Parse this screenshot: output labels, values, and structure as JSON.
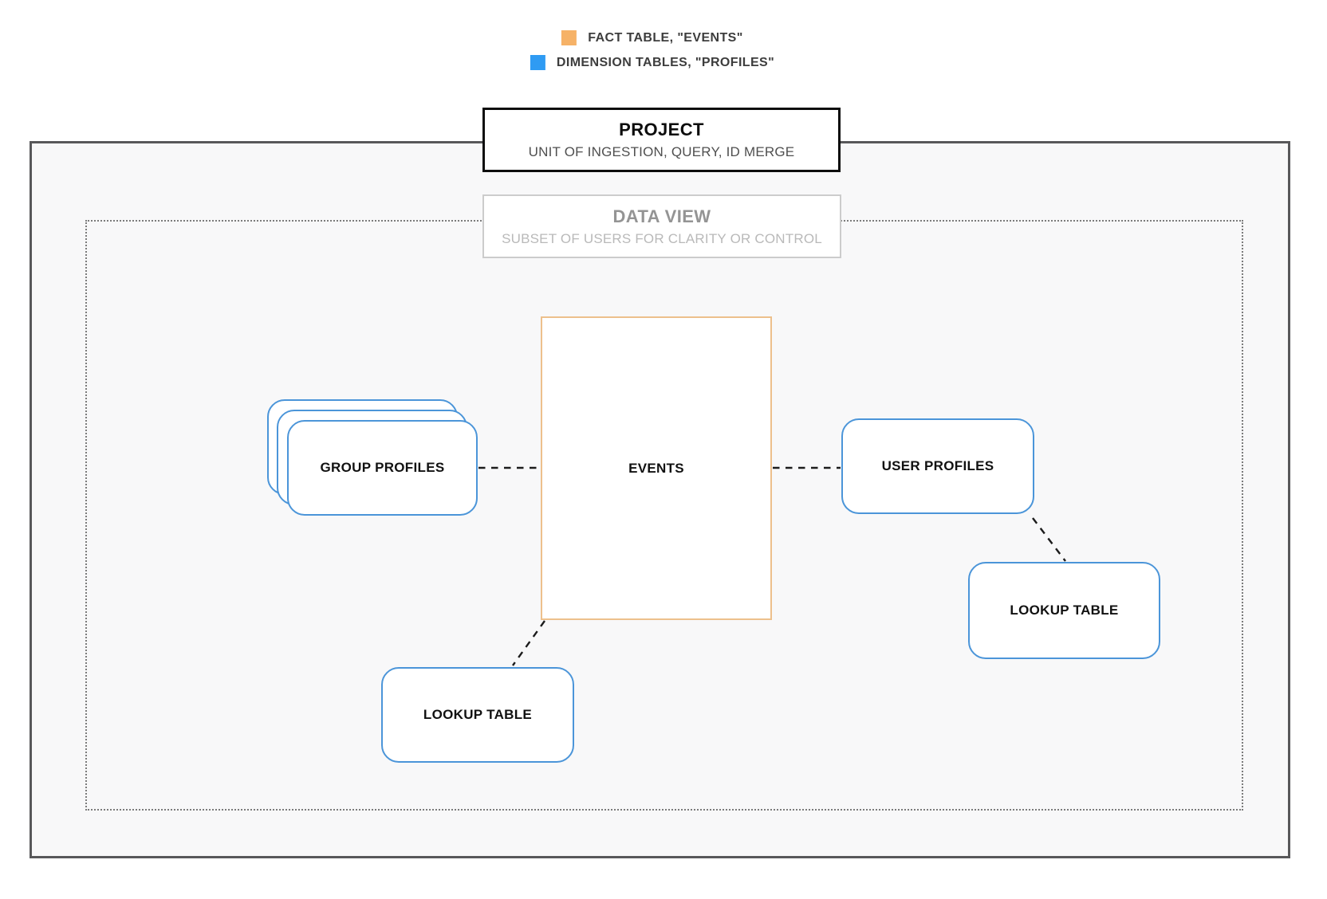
{
  "legend": {
    "items": [
      {
        "label": "FACT TABLE, \"EVENTS\"",
        "color": "#f6b267"
      },
      {
        "label": "DIMENSION TABLES, \"PROFILES\"",
        "color": "#2f9bf3"
      }
    ]
  },
  "project": {
    "title": "PROJECT",
    "subtitle": "UNIT OF INGESTION, QUERY, ID MERGE"
  },
  "data_view": {
    "title": "DATA VIEW",
    "subtitle": "SUBSET OF USERS FOR CLARITY OR CONTROL"
  },
  "nodes": {
    "group_profiles": {
      "label": "GROUP PROFILES"
    },
    "events": {
      "label": "EVENTS"
    },
    "user_profiles": {
      "label": "USER PROFILES"
    },
    "lookup_table_bottom": {
      "label": "LOOKUP TABLE"
    },
    "lookup_table_right": {
      "label": "LOOKUP TABLE"
    }
  },
  "colors": {
    "fact_accent": "#f6b267",
    "dimension_accent": "#2f9bf3",
    "events_border": "#edc08c",
    "dimension_node_border": "#4b95d9",
    "outer_frame_border": "#58585a",
    "dotted_frame_border": "#7b7b7b",
    "panel_background": "#f8f8f9",
    "connector": "#1c1c1c"
  }
}
